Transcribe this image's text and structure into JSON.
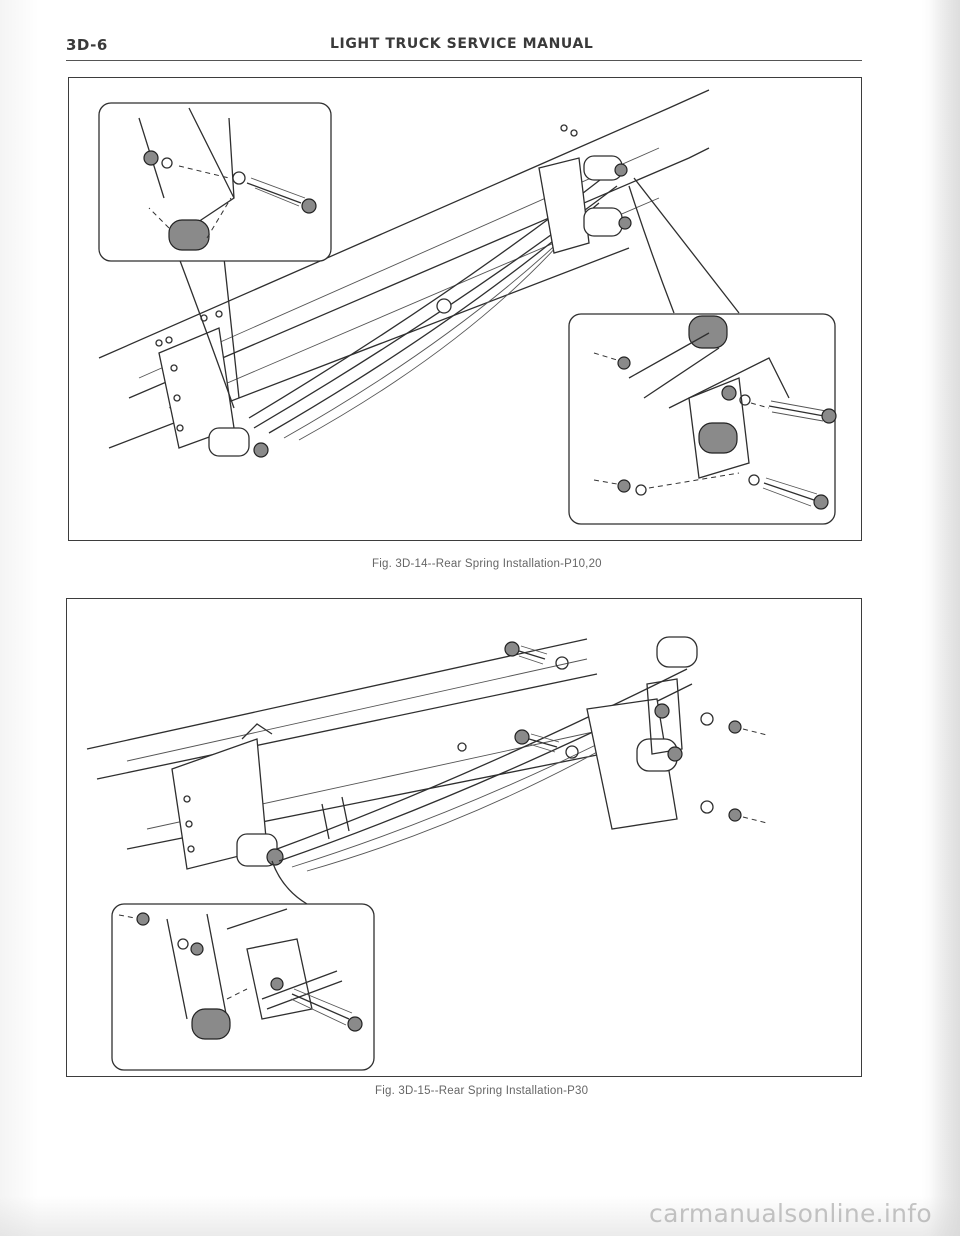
{
  "header": {
    "page_number": "3D-6",
    "title": "LIGHT TRUCK SERVICE MANUAL"
  },
  "figures": [
    {
      "caption": "Fig. 3D-14--Rear Spring Installation-P10,20"
    },
    {
      "caption": "Fig. 3D-15--Rear Spring Installation-P30"
    }
  ],
  "watermark": {
    "text": "carmanualsonline.info"
  }
}
